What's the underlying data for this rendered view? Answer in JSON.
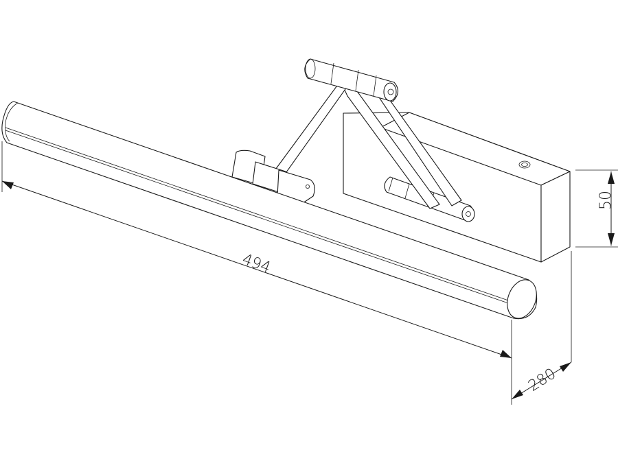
{
  "drawing": {
    "subject": "wall picture lamp with hinged double arm",
    "line_color": "#1a1a1a",
    "background": "#ffffff"
  },
  "dimensions": {
    "length": {
      "label": "494",
      "unit": "mm"
    },
    "height": {
      "label": "50",
      "unit": "mm"
    },
    "depth": {
      "label": "280",
      "unit": "mm"
    }
  }
}
